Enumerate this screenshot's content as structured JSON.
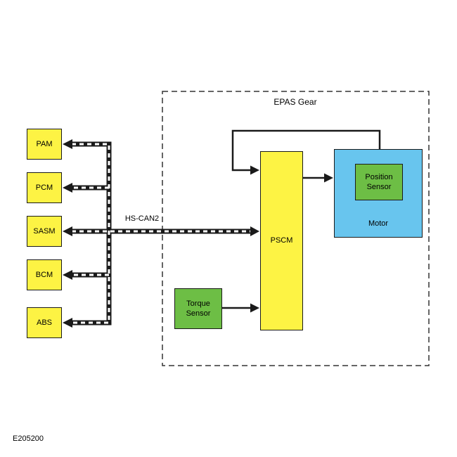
{
  "diagram": {
    "figure_id": "E205200",
    "epas_container": {
      "label": "EPAS Gear"
    },
    "bus": {
      "label": "HS-CAN2"
    },
    "modules": [
      {
        "id": "pam",
        "label": "PAM"
      },
      {
        "id": "pcm",
        "label": "PCM"
      },
      {
        "id": "sasm",
        "label": "SASM"
      },
      {
        "id": "bcm",
        "label": "BCM"
      },
      {
        "id": "abs",
        "label": "ABS"
      }
    ],
    "pscm": {
      "label": "PSCM"
    },
    "motor": {
      "label": "Motor"
    },
    "position_sensor": {
      "label": "Position Sensor"
    },
    "torque_sensor": {
      "label": "Torque Sensor"
    },
    "colors": {
      "module_fill": "#fdf344",
      "sensor_fill": "#6dbe45",
      "motor_fill": "#68c5ee",
      "line_color": "#1a1a1a",
      "background": "#ffffff"
    }
  }
}
